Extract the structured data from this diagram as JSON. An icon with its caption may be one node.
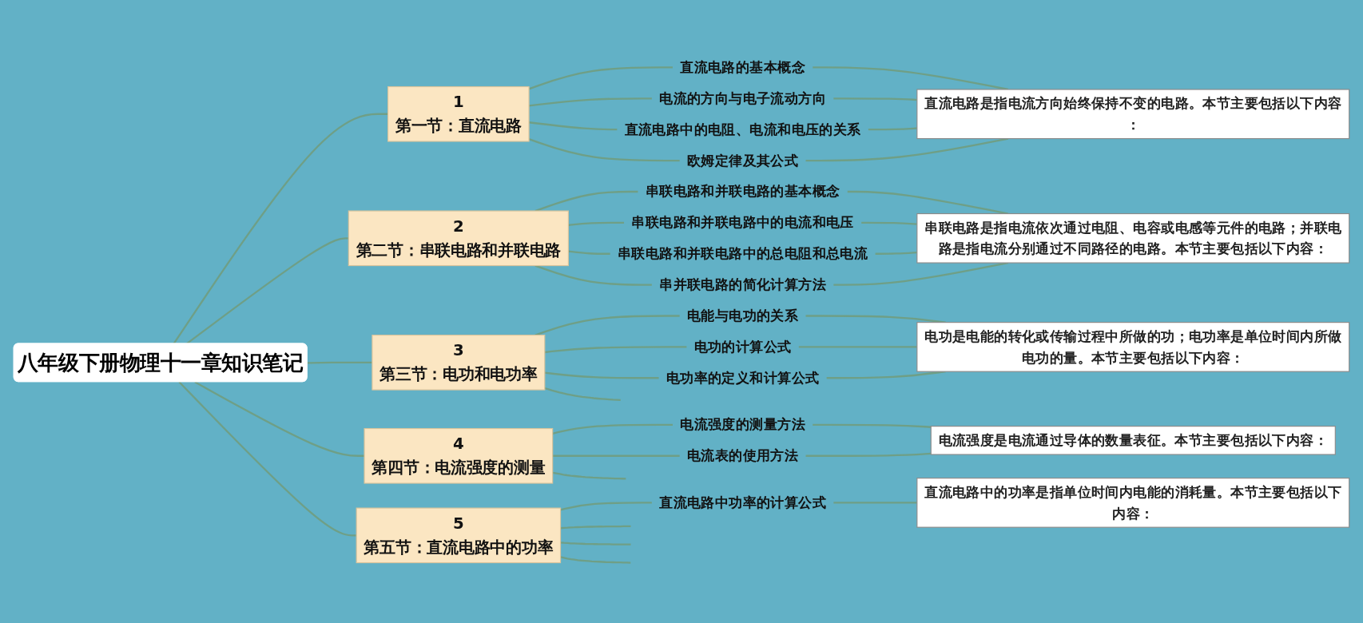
{
  "diagram": {
    "nodes": [
      {
        "text": [
          "八年级下册物理十一章知识笔记"
        ]
      },
      {
        "text": [
          "1",
          "第一节：直流电路"
        ]
      },
      {
        "text": [
          "直流电路的基本概念"
        ]
      },
      {
        "text": [
          "电流的方向与电子流动方向"
        ]
      },
      {
        "text": [
          "直流电路中的电阻、电流和电压的关系"
        ]
      },
      {
        "text": [
          "欧姆定律及其公式"
        ]
      },
      {
        "text": [
          "直流电路是指电流方向始终保持不变的电路。本节主要包括以下内容："
        ]
      },
      {
        "text": [
          "2",
          "第二节：串联电路和并联电路"
        ]
      },
      {
        "text": [
          "串联电路和并联电路的基本概念"
        ]
      },
      {
        "text": [
          "串联电路和并联电路中的电流和电压"
        ]
      },
      {
        "text": [
          "串联电路和并联电路中的总电阻和总电流"
        ]
      },
      {
        "text": [
          "串并联电路的简化计算方法"
        ]
      },
      {
        "text": [
          "串联电路是指电流依次通过电阻、电容或电感等元件的电路；并联电路是指电流分别通过不同路径的电路。本节主要包括以下内容："
        ]
      },
      {
        "text": [
          "3",
          "第三节：电功和电功率"
        ]
      },
      {
        "text": [
          "电能与电功的关系"
        ]
      },
      {
        "text": [
          "电功的计算公式"
        ]
      },
      {
        "text": [
          "电功率的定义和计算公式"
        ]
      },
      {
        "text": [
          "电功是电能的转化或传输过程中所做的功；电功率是单位时间内所做电功的量。本节主要包括以下内容："
        ]
      },
      {
        "text": [
          "4",
          "第四节：电流强度的测量"
        ]
      },
      {
        "text": [
          "电流强度的测量方法"
        ]
      },
      {
        "text": [
          "电流表的使用方法"
        ]
      },
      {
        "text": [
          "电流强度是电流通过导体的数量表征。本节主要包括以下内容："
        ]
      },
      {
        "text": [
          "5",
          "第五节：直流电路中的功率"
        ]
      },
      {
        "text": [
          "直流电路中功率的计算公式"
        ]
      },
      {
        "text": [
          "直流电路中的功率是指单位时间内电能的消耗量。本节主要包括以下内容："
        ]
      }
    ],
    "edges": [
      {
        "from": 0,
        "to": 1,
        "arrow": "none"
      },
      {
        "from": 1,
        "to": 2,
        "arrow": "none"
      },
      {
        "from": 1,
        "to": 3,
        "arrow": "none"
      },
      {
        "from": 1,
        "to": 4,
        "arrow": "none"
      },
      {
        "from": 1,
        "to": 5,
        "arrow": "none"
      },
      {
        "from": 2,
        "to": 6,
        "arrow": "none"
      },
      {
        "from": 3,
        "to": 6,
        "arrow": "none"
      },
      {
        "from": 4,
        "to": 6,
        "arrow": "none"
      },
      {
        "from": 5,
        "to": 6,
        "arrow": "none"
      },
      {
        "from": 0,
        "to": 7,
        "arrow": "none"
      },
      {
        "from": 7,
        "to": 8,
        "arrow": "none"
      },
      {
        "from": 7,
        "to": 9,
        "arrow": "none"
      },
      {
        "from": 7,
        "to": 10,
        "arrow": "none"
      },
      {
        "from": 7,
        "to": 11,
        "arrow": "none"
      },
      {
        "from": 8,
        "to": 12,
        "arrow": "none"
      },
      {
        "from": 9,
        "to": 12,
        "arrow": "none"
      },
      {
        "from": 10,
        "to": 12,
        "arrow": "none"
      },
      {
        "from": 11,
        "to": 12,
        "arrow": "none"
      },
      {
        "from": 0,
        "to": 13,
        "arrow": "none"
      },
      {
        "from": 13,
        "to": 14,
        "arrow": "none"
      },
      {
        "from": 13,
        "to": 15,
        "arrow": "none"
      },
      {
        "from": 13,
        "to": 16,
        "arrow": "none"
      },
      {
        "from": 13,
        "to": null,
        "arrow": "none"
      },
      {
        "from": 14,
        "to": 17,
        "arrow": "none"
      },
      {
        "from": 15,
        "to": 17,
        "arrow": "none"
      },
      {
        "from": 16,
        "to": 17,
        "arrow": "none"
      },
      {
        "from": 0,
        "to": 18,
        "arrow": "none"
      },
      {
        "from": 18,
        "to": 19,
        "arrow": "none"
      },
      {
        "from": 18,
        "to": 20,
        "arrow": "none"
      },
      {
        "from": 18,
        "to": null,
        "arrow": "none"
      },
      {
        "from": 19,
        "to": 21,
        "arrow": "none"
      },
      {
        "from": 20,
        "to": 21,
        "arrow": "none"
      },
      {
        "from": 0,
        "to": 22,
        "arrow": "none"
      },
      {
        "from": 22,
        "to": 23,
        "arrow": "none"
      },
      {
        "from": 22,
        "to": null,
        "arrow": "none"
      },
      {
        "from": 22,
        "to": null,
        "arrow": "none"
      },
      {
        "from": 22,
        "to": null,
        "arrow": "none"
      },
      {
        "from": 23,
        "to": 24,
        "arrow": "none"
      }
    ]
  }
}
